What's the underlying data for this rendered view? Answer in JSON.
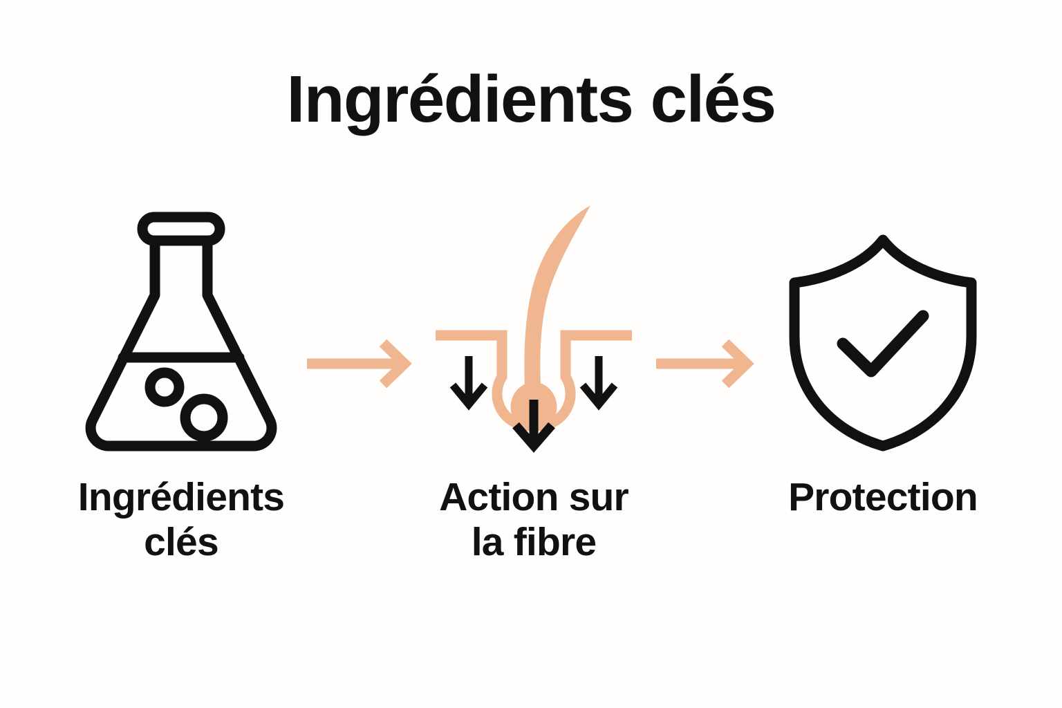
{
  "page": {
    "title": "Ingrédients clés",
    "background_color": "#fffefc",
    "ink_color": "#111111",
    "accent_color": "#efb68f"
  },
  "steps": [
    {
      "label_line_1": "Ingrédients",
      "label_line_2": "clés",
      "icon": "flask-icon"
    },
    {
      "label_line_1": "Action sur",
      "label_line_2": "la fibre",
      "icon": "hair-follicle-icon"
    },
    {
      "label_line_1": "Protection",
      "label_line_2": "",
      "icon": "shield-check-icon"
    }
  ],
  "connectors": [
    {
      "name": "arrow-right-icon-1"
    },
    {
      "name": "arrow-right-icon-2"
    }
  ]
}
